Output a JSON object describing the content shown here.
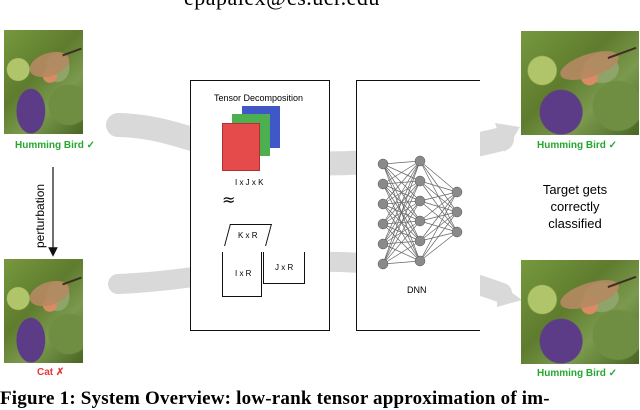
{
  "header_text": "epapalex@cs.ucr.edu",
  "images": {
    "left_top_caption": "Humming Bird ✓",
    "left_bottom_caption": "Cat ✗",
    "right_top_caption": "Humming Bird ✓",
    "right_bottom_caption": "Humming Bird ✓"
  },
  "perturbation_label": "perturbation",
  "tensor": {
    "title": "Tensor Decomposition",
    "dims": "I x J x K",
    "approx": "≈",
    "factor_k": "K x R",
    "factor_i": "I x R",
    "factor_j": "J x R"
  },
  "dnn_label": "DNN",
  "target_text": [
    "Target gets",
    "correctly",
    "classified"
  ],
  "footer_caption": "Figure 1: System Overview: low-rank tensor approximation of im-",
  "colors": {
    "green": "#25a82f",
    "red": "#e53935",
    "gray_arrow": "#d9d9d9",
    "blue_slice": "#3f57c7",
    "green_slice": "#4caf50",
    "red_slice": "#e64b4b"
  }
}
